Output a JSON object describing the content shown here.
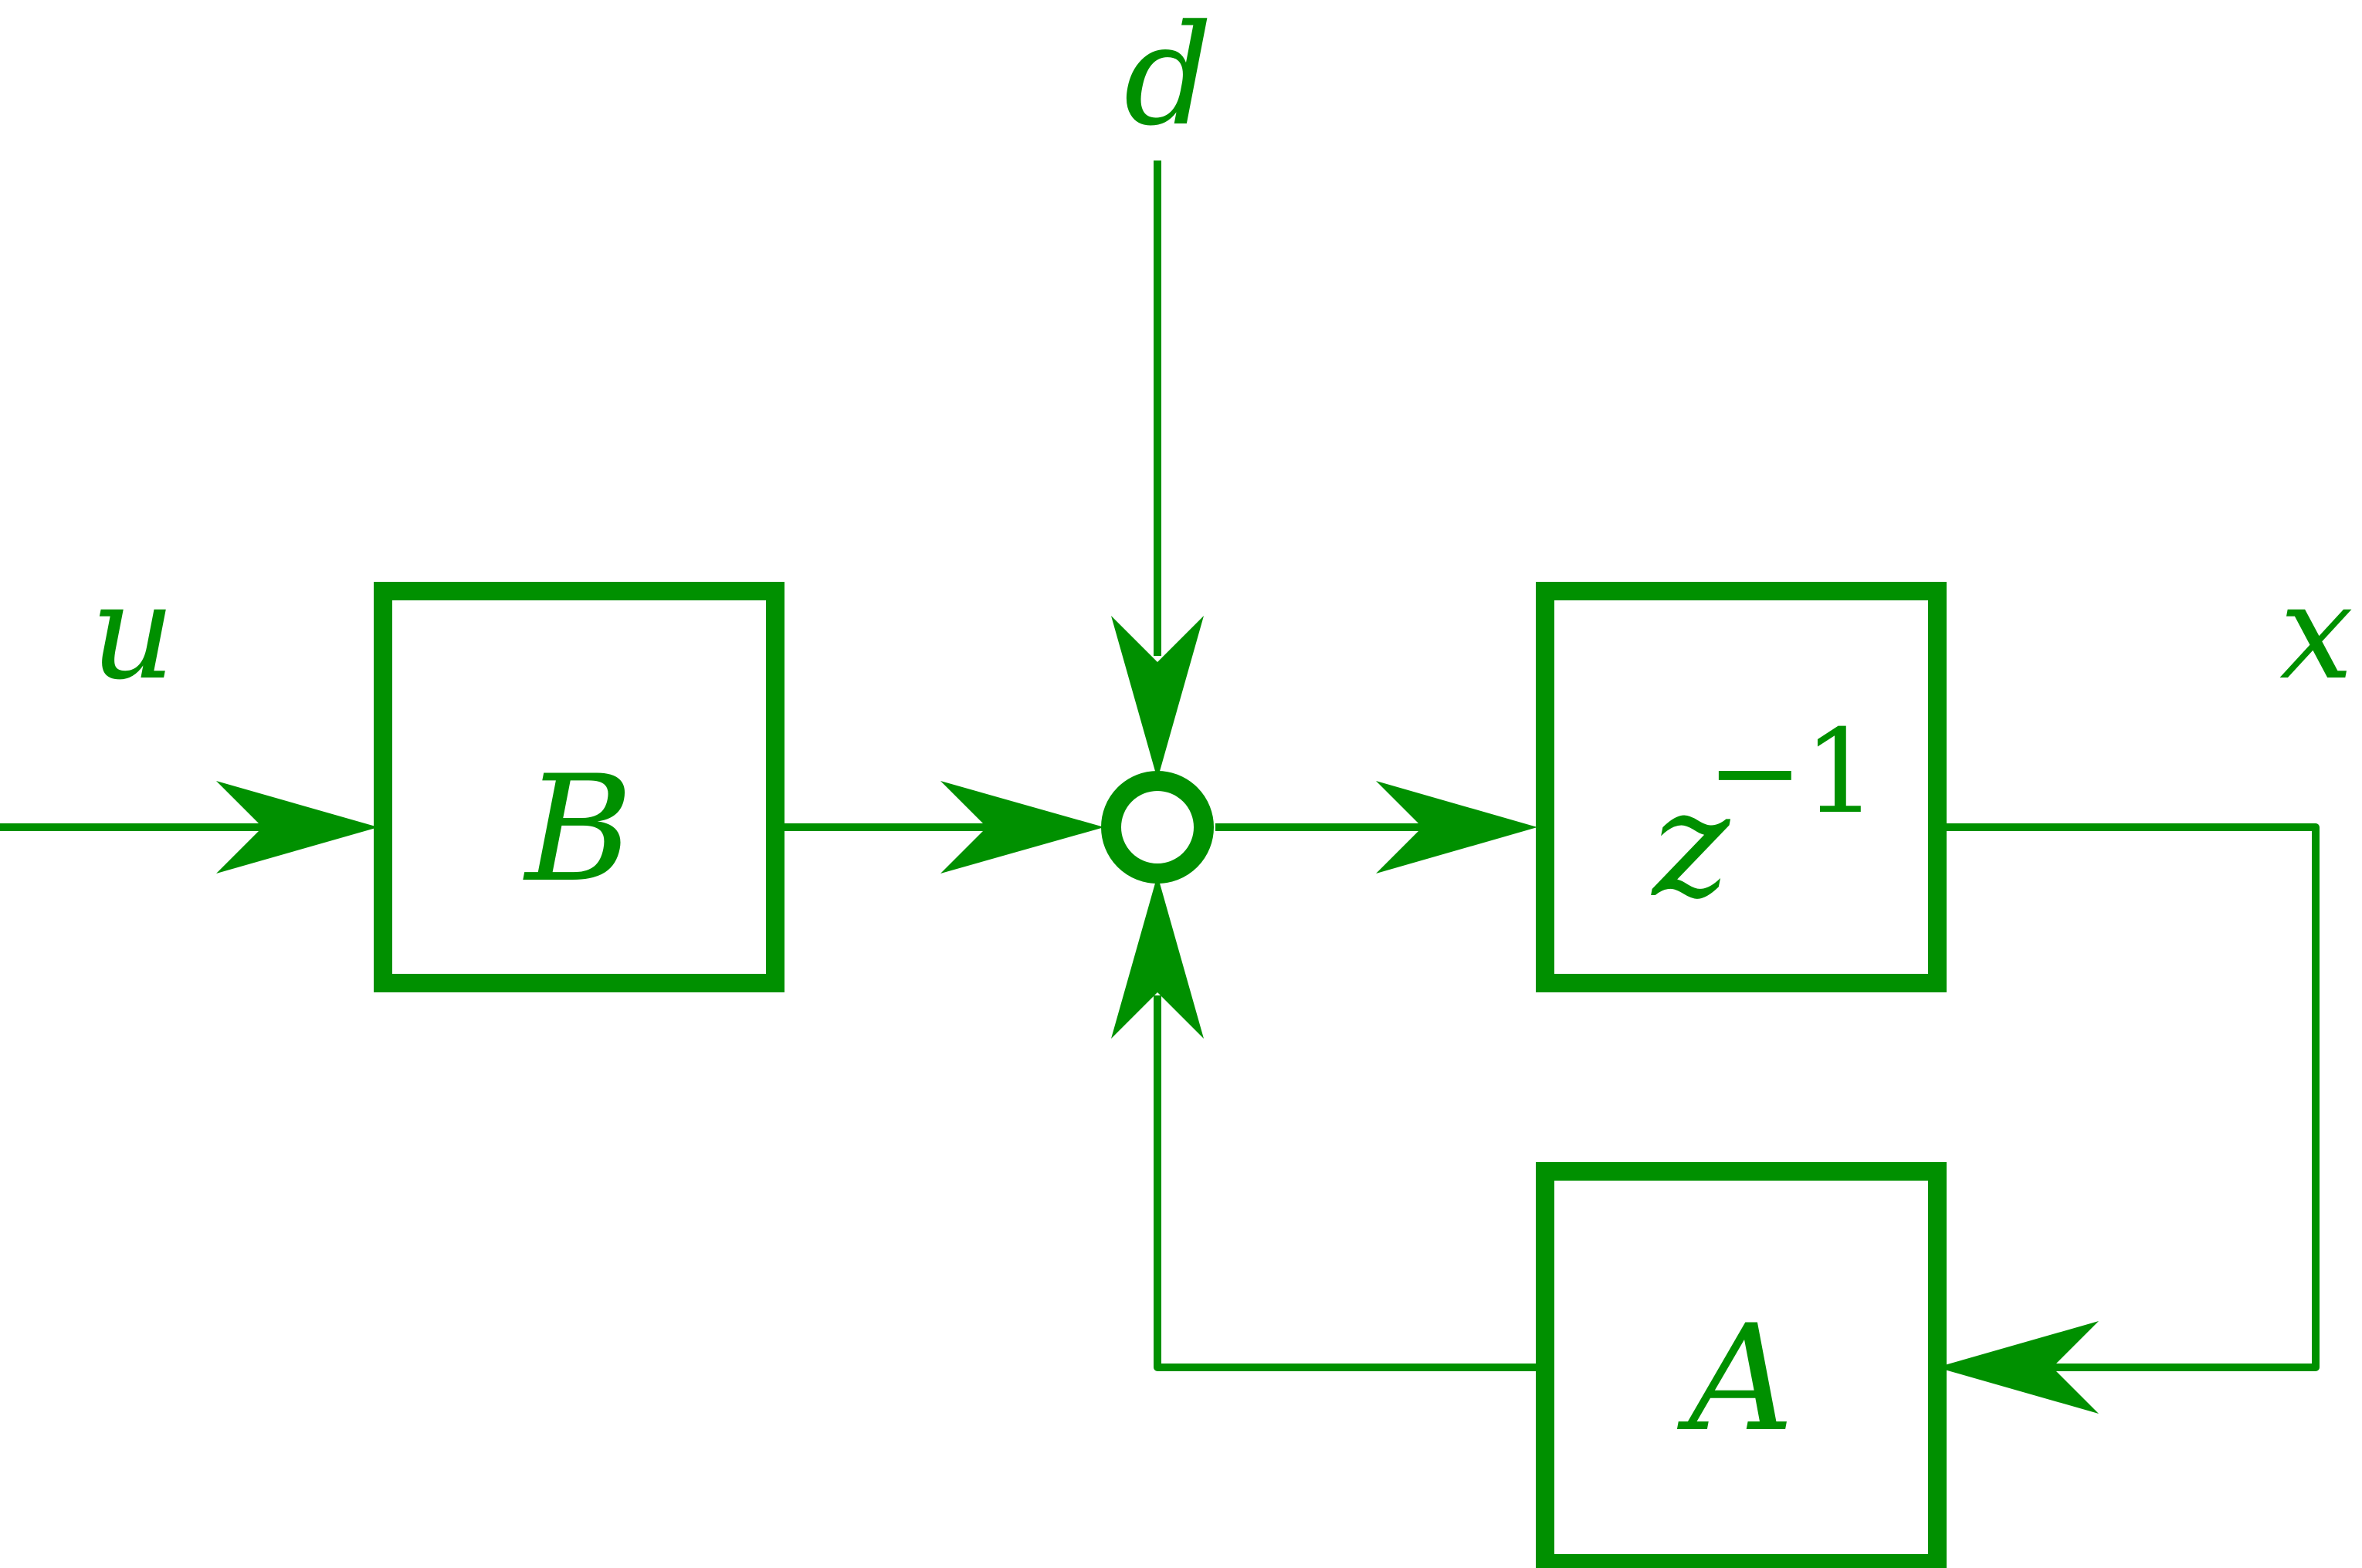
{
  "colors": {
    "stroke": "#009000",
    "background": "#ffffff"
  },
  "labels": {
    "input": "u",
    "disturbance": "d",
    "output": "x"
  },
  "blocks": {
    "input_gain": "B",
    "delay_base": "z",
    "delay_exponent": "−1",
    "feedback_gain": "A"
  }
}
